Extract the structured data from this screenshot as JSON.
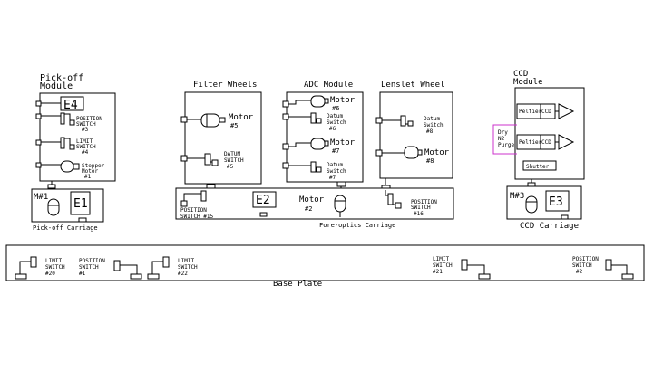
{
  "modules": {
    "pickoff": {
      "title_l1": "Pick-off",
      "title_l2": "Module",
      "e_label": "E4",
      "pos_sw": [
        "POSITION",
        "SWITCH",
        "#3"
      ],
      "limit_sw": [
        "LIMIT",
        "SWITCH",
        "#4"
      ],
      "stepper": [
        "Stepper",
        "Motor",
        "#1"
      ]
    },
    "pickoff_carriage": {
      "m_label": "M#1",
      "e_label": "E1",
      "caption": "Pick-off Carriage"
    },
    "filter": {
      "title": "Filter Wheels",
      "motor": [
        "Motor",
        "#5"
      ],
      "datum": [
        "DATUM",
        "SWITCH",
        "#5"
      ]
    },
    "adc": {
      "title": "ADC Module",
      "motor6": [
        "Motor",
        "#6"
      ],
      "datum6": [
        "Datum",
        "Switch",
        "#6"
      ],
      "motor7": [
        "Motor",
        "#7"
      ],
      "datum7": [
        "Datum",
        "Switch",
        "#7"
      ]
    },
    "lenslet": {
      "title": "Lenslet Wheel",
      "datum": [
        "Datum",
        "Switch",
        "#8"
      ],
      "motor": [
        "Motor",
        "#8"
      ]
    },
    "foreoptics": {
      "e_label": "E2",
      "motor": [
        "Motor",
        "#2"
      ],
      "pos15": [
        "POSITION",
        "SWITCH #15"
      ],
      "pos16": [
        "POSITION",
        "SWITCH",
        "#16"
      ],
      "caption": "Fore-optics Carriage"
    },
    "ccd": {
      "title_l1": "CCD",
      "title_l2": "Module",
      "peltier1": "Peltier",
      "ccd1": "CCD",
      "peltier2": "Peltier",
      "ccd2": "CCD",
      "purge": [
        "Dry",
        "N2",
        "Purge"
      ],
      "shutter": "Shutter"
    },
    "ccd_carriage": {
      "m_label": "M#3",
      "e_label": "E3",
      "caption": "CCD Carriage"
    },
    "base": {
      "caption": "Base Plate",
      "limit20": [
        "LIMIT",
        "SWITCH",
        "#20"
      ],
      "pos1": [
        "POSITION",
        "SWITCH",
        "#1"
      ],
      "limit22": [
        "LIMIT",
        "SWITCH",
        "#22"
      ],
      "limit21": [
        "LIMIT",
        "SWITCH",
        "#21"
      ],
      "pos2": [
        "POSITION",
        "SWITCH",
        "#2"
      ]
    }
  },
  "colors": {
    "purge_line": "#cc33cc"
  }
}
